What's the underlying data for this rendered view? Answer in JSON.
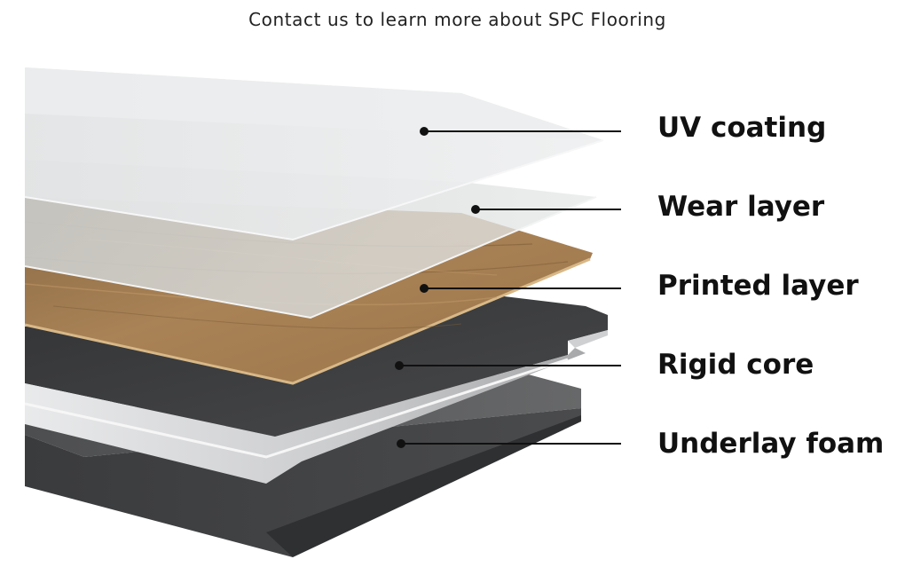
{
  "header": {
    "title": "Contact us to learn more about SPC Flooring"
  },
  "layers": [
    {
      "id": "uv-coating",
      "label": "UV coating"
    },
    {
      "id": "wear-layer",
      "label": "Wear layer"
    },
    {
      "id": "printed-layer",
      "label": "Printed layer"
    },
    {
      "id": "rigid-core",
      "label": "Rigid core"
    },
    {
      "id": "underlay-foam",
      "label": "Underlay foam"
    }
  ],
  "colors": {
    "uv_coating": "#e4e6e7",
    "wear_layer": "#d9dcdd",
    "printed_layer": "#a97f4f",
    "rigid_core": "#3d3e40",
    "underlay_foam": "#5f6062",
    "leader_line": "#111111"
  }
}
